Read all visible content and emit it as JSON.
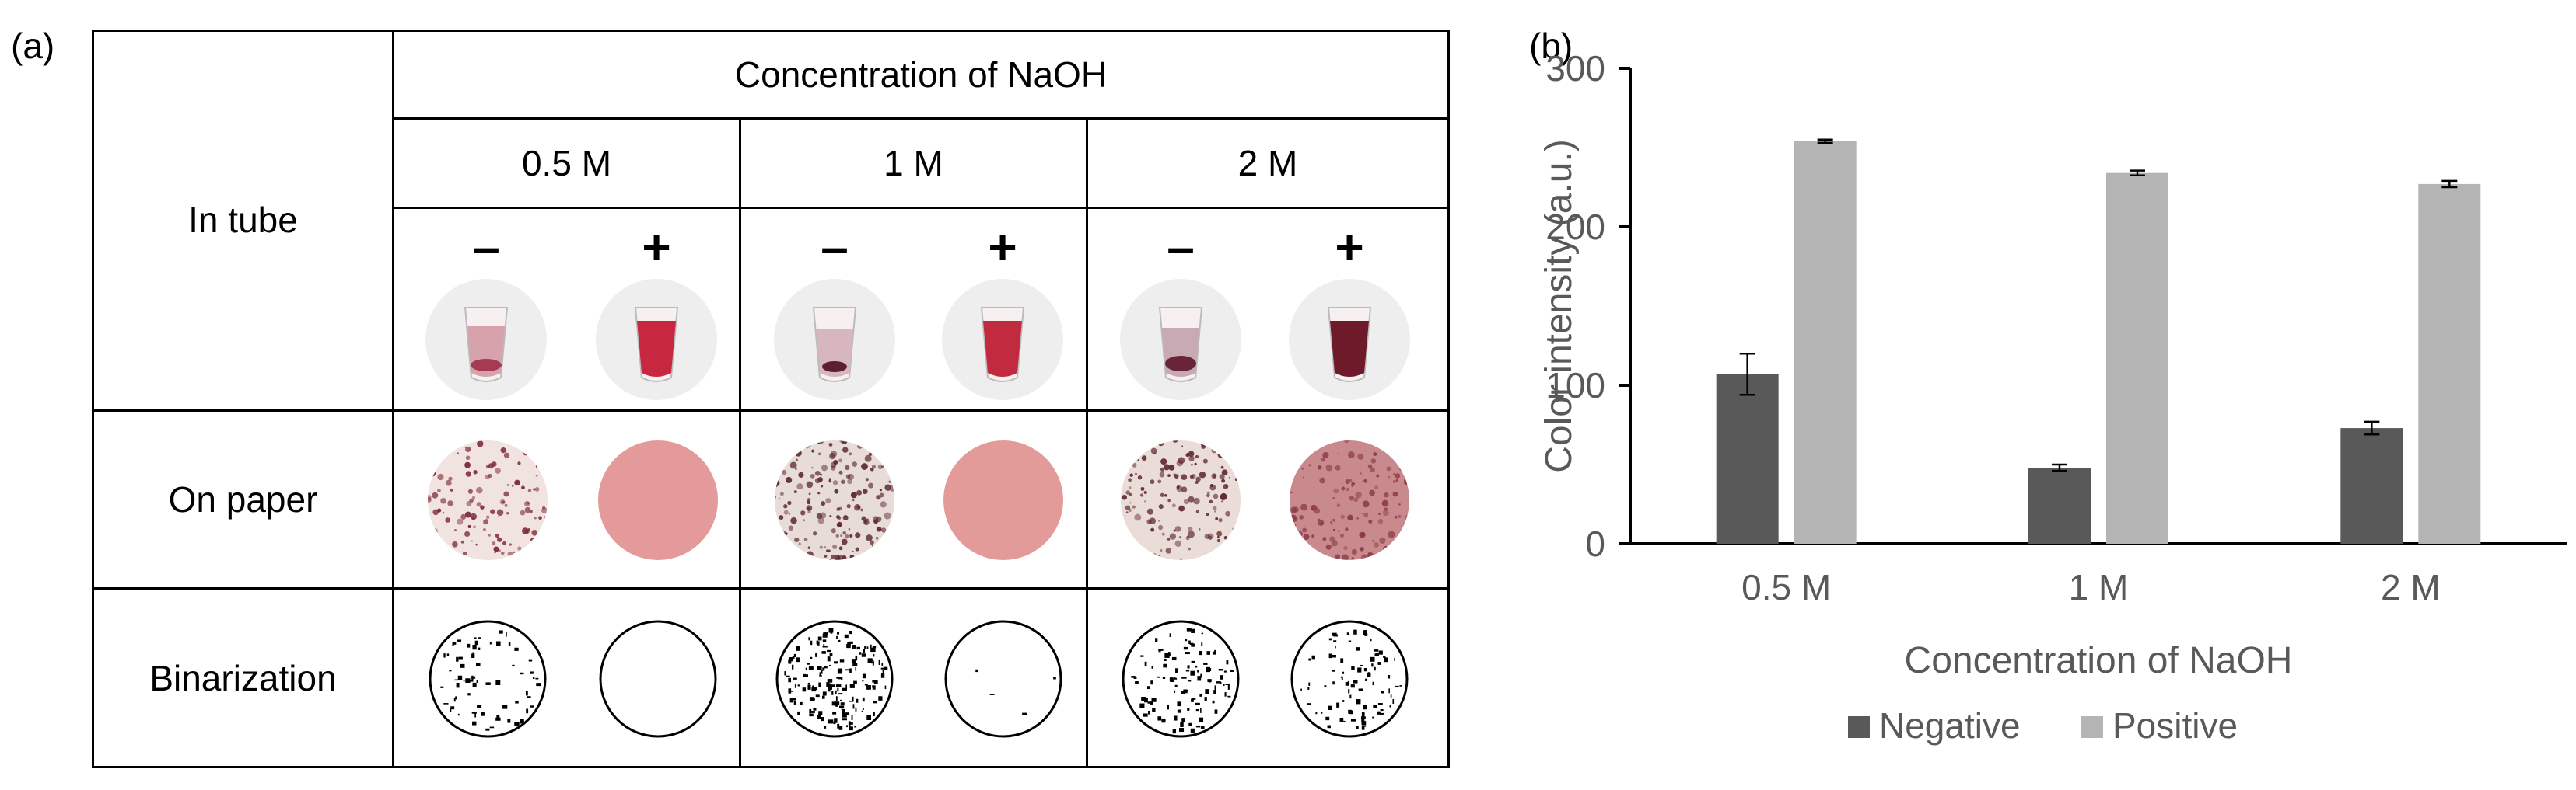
{
  "panels": {
    "a": "(a)",
    "b": "(b)"
  },
  "table": {
    "header": "Concentration of NaOH",
    "concentrations": [
      "0.5 M",
      "1 M",
      "2 M"
    ],
    "rows": [
      "In tube",
      "On paper",
      "Binarization"
    ],
    "signs": {
      "negative": "–",
      "positive": "+"
    }
  },
  "colors": {
    "tube_negative": "#c25a6c",
    "tube_positive": "#c8283f",
    "paper_positive": "#e49a9a",
    "paper_background": "#f1e3e0",
    "paper_speck": "#7b2636",
    "tube_background": "#eeeeee"
  },
  "chart_data": {
    "type": "bar",
    "categories": [
      "0.5 M",
      "1 M",
      "2 M"
    ],
    "series": [
      {
        "name": "Negative",
        "values": [
          107,
          48,
          73
        ],
        "errors": [
          13,
          2,
          4
        ],
        "color": "#595959"
      },
      {
        "name": "Positive",
        "values": [
          254,
          234,
          227
        ],
        "errors": [
          1,
          1.5,
          2
        ],
        "color": "#b4b4b4"
      }
    ],
    "xlabel": "Concentration of NaOH",
    "ylabel": "Color intensity (a.u.)",
    "ylim": [
      0,
      300
    ],
    "yticks": [
      "0",
      "100",
      "200",
      "300"
    ],
    "legend_position": "bottom",
    "grid": false
  }
}
